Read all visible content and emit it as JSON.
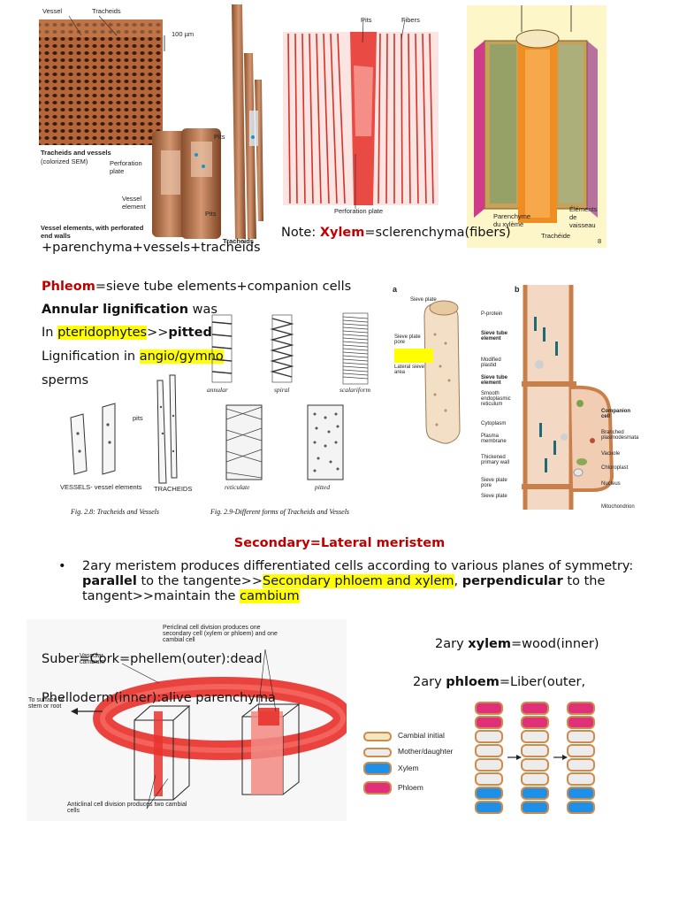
{
  "fig1": {
    "labels": [
      "Vessel",
      "Tracheids",
      "100 µm",
      "Tracheids and vessels",
      "(colorized SEM)",
      "Perforation plate",
      "Vessel element",
      "Pits",
      "Vessel elements, with perforated end walls",
      "Pits",
      "Tracheids"
    ]
  },
  "fig2": {
    "labels": [
      "Pits",
      "Fibers",
      "Perforation plate"
    ]
  },
  "fig3": {
    "labels": [
      "Parenchyme du xylème",
      "Trachéide",
      "Éléments de vaisseau",
      "8"
    ]
  },
  "note": {
    "prefix": "Note: ",
    "term": "Xylem",
    "rest": "=sclerenchyma(fibers)"
  },
  "line_parenchyma": "+parenchyma+vessels+tracheids",
  "phloem": {
    "term": "Phleom",
    "rest": "=sieve tube elements+companion cells"
  },
  "annular": {
    "bold": "Annular lignification",
    "rest": " was"
  },
  "pterido": {
    "prefix": "In ",
    "hl": "pteridophytes",
    "mid": ">>",
    "bold": "pitted"
  },
  "lignif": {
    "prefix": "Lignification in ",
    "hl": "angio/gymno"
  },
  "sperms": "sperms",
  "fig4": {
    "labels": [
      "annular",
      "spiral",
      "scalariform",
      "reticulate",
      "pitted",
      "pits",
      "VESSELS- vessel elements",
      "TRACHEIDS"
    ],
    "captions": [
      "Fig. 2.8: Tracheids and Vessels",
      "Fig. 2.9-Different forms of Tracheids and Vessels"
    ]
  },
  "fig5": {
    "panels": [
      "a",
      "b"
    ],
    "left_labels": [
      "Sieve plate",
      "Sieve plate pore",
      "Lateral sieve area"
    ],
    "right_labels": [
      "P-protein",
      "Sieve tube element",
      "Modified plastid",
      "Sieve tube element",
      "Smooth endoplasmic reticulum",
      "Cytoplasm",
      "Plasma membrane",
      "Thickened primary wall",
      "Sieve plate pore",
      "Sieve plate",
      "Companion cell",
      "Branched plasmodesmata",
      "Vacuole",
      "Chloroplast",
      "Nucleus",
      "Mitochondrion"
    ]
  },
  "heading": "Secondary=Lateral meristem",
  "bullet": {
    "t1": "2ary meristem produces differentiated cells according to various planes of symmetry: ",
    "b1": "parallel",
    "t2": " to the tangente>>",
    "hl1": "Secondary phloem and xylem",
    "t3": ", ",
    "b2": "perpendicular",
    "t4": " to the tangent>>maintain the ",
    "hl2": "cambium"
  },
  "fig6": {
    "labels": [
      "Periclinal cell division produces one secondary cell (xylem or phloem) and one cambial cell",
      "Vascular cambium",
      "To surface of stem or root",
      "Anticlinal cell division produces two cambial cells"
    ]
  },
  "suber": "Suber=Cork=phellem(outer):dead",
  "phelloderm": "Phelloderm(inner):alive parenchyma",
  "xylem2": {
    "prefix": "2ary ",
    "bold": "xylem",
    "rest": "=wood(inner)"
  },
  "phloem2": {
    "prefix": "2ary ",
    "bold": "phloem",
    "rest": "=Liber(outer,"
  },
  "fig7": {
    "legend": [
      "Cambial initial",
      "Mother/daughter",
      "Xylem",
      "Phloem"
    ]
  },
  "colors": {
    "red_term": "#c00000",
    "highlight": "#ffff00",
    "xylem_blue": "#1e90e8",
    "phloem_pink": "#e0307a",
    "cambium_red": "#e8332e"
  }
}
